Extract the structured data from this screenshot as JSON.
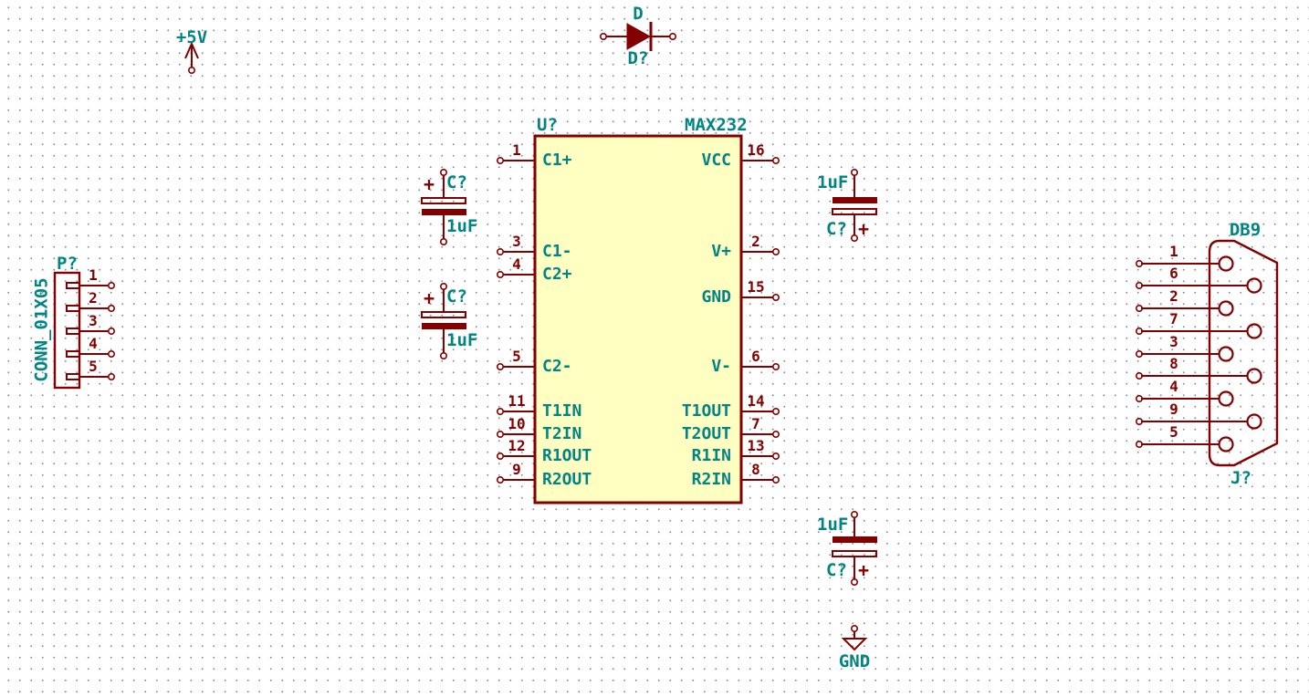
{
  "colors": {
    "outline": "#840000",
    "text": "#008484",
    "ic_fill": "#ffffc2",
    "background": "#ffffff",
    "grid_dot": "#8c8c8c"
  },
  "power": {
    "label": "+5V"
  },
  "diode": {
    "name": "D",
    "ref": "D?"
  },
  "conn": {
    "ref": "P?",
    "value": "CONN_01X05",
    "pins": [
      "1",
      "2",
      "3",
      "4",
      "5"
    ]
  },
  "ic": {
    "ref": "U?",
    "value": "MAX232",
    "left_pins": [
      {
        "num": "1",
        "name": "C1+"
      },
      {
        "num": "3",
        "name": "C1-"
      },
      {
        "num": "4",
        "name": "C2+"
      },
      {
        "num": "5",
        "name": "C2-"
      },
      {
        "num": "11",
        "name": "T1IN"
      },
      {
        "num": "10",
        "name": "T2IN"
      },
      {
        "num": "12",
        "name": "R1OUT"
      },
      {
        "num": "9",
        "name": "R2OUT"
      }
    ],
    "right_pins": [
      {
        "num": "16",
        "name": "VCC"
      },
      {
        "num": "2",
        "name": "V+"
      },
      {
        "num": "15",
        "name": "GND"
      },
      {
        "num": "6",
        "name": "V-"
      },
      {
        "num": "14",
        "name": "T1OUT"
      },
      {
        "num": "7",
        "name": "T2OUT"
      },
      {
        "num": "13",
        "name": "R1IN"
      },
      {
        "num": "8",
        "name": "R2IN"
      }
    ]
  },
  "caps": {
    "left_top": {
      "ref": "C?",
      "value": "1uF",
      "polarity": "+"
    },
    "left_bottom": {
      "ref": "C?",
      "value": "1uF",
      "polarity": "+"
    },
    "right_top": {
      "ref": "C?",
      "value": "1uF",
      "polarity": "+"
    },
    "right_bottom": {
      "ref": "C?",
      "value": "1uF",
      "polarity": "+"
    }
  },
  "gnd": {
    "label": "GND"
  },
  "db9": {
    "value": "DB9",
    "ref": "J?",
    "pins": [
      "1",
      "6",
      "2",
      "7",
      "3",
      "8",
      "4",
      "9",
      "5"
    ]
  }
}
